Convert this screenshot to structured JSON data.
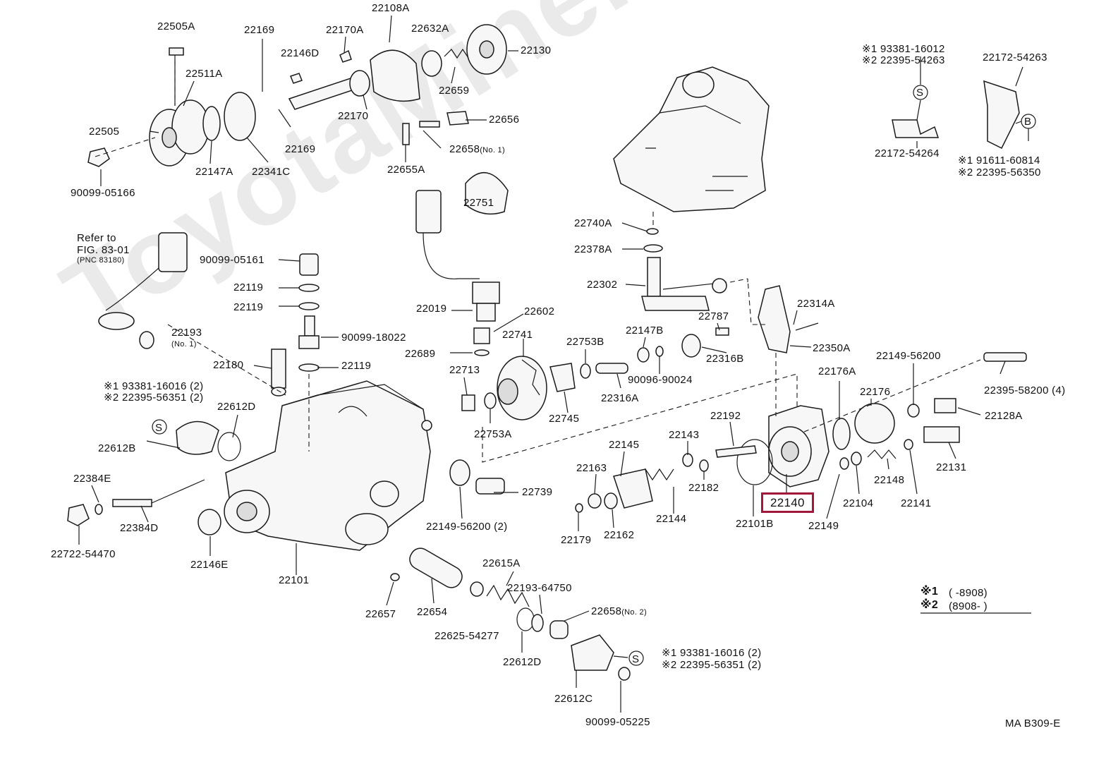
{
  "watermark": "ToyotaMine.ru",
  "figure_code": "MA B309-E",
  "highlighted_part": "22140",
  "legend": {
    "row1_mark": "※1",
    "row1_range": "(       -8908)",
    "row2_mark": "※2",
    "row2_range": "(8908-       )"
  },
  "refer_note": {
    "line1": "Refer to",
    "line2": "FIG. 83-01",
    "line3": "(PNC 83180)"
  },
  "labels": {
    "p22505A": "22505A",
    "p22169a": "22169",
    "p22170A": "22170A",
    "p22108A": "22108A",
    "p22632A": "22632A",
    "p22130": "22130",
    "p22146D": "22146D",
    "p22511A": "22511A",
    "p22659": "22659",
    "p22505": "22505",
    "p22170": "22170",
    "p22656": "22656",
    "p22169b": "22169",
    "p22147A": "22147A",
    "p22341C": "22341C",
    "p22658n1": "22658",
    "p22658n1_note": "(No. 1)",
    "p22655A": "22655A",
    "p90099_05166": "90099-05166",
    "p22751": "22751",
    "p90099_05161": "90099-05161",
    "p22119a": "22119",
    "p22119b": "22119",
    "p22019": "22019",
    "p22602": "22602",
    "p22193": "22193",
    "p22193_note": "(No. 1)",
    "p90099_18022": "90099-18022",
    "p22689": "22689",
    "p22741": "22741",
    "p22180": "22180",
    "p22119c": "22119",
    "p22753B": "22753B",
    "p22713": "22713",
    "p22147B": "22147B",
    "p90096_90024": "90096-90024",
    "p22316A": "22316A",
    "p22745": "22745",
    "p22753A": "22753A",
    "p93381_16016_a": "※1 93381-16016 (2)",
    "p22395_56351_a": "※2 22395-56351 (2)",
    "p22612D_a": "22612D",
    "p22612B": "22612B",
    "p22384E": "22384E",
    "p22384D": "22384D",
    "p22722_54470": "22722-54470",
    "p22146E": "22146E",
    "p22101": "22101",
    "p22739": "22739",
    "p22149_56200_a": "22149-56200 (2)",
    "p22615A": "22615A",
    "p22193_64750": "22193-64750",
    "p22657": "22657",
    "p22654": "22654",
    "p22658n2": "22658",
    "p22658n2_note": "(No. 2)",
    "p22625_54277": "22625-54277",
    "p22612D_b": "22612D",
    "p22612C": "22612C",
    "p90099_05225": "90099-05225",
    "p93381_16016_b": "※1 93381-16016 (2)",
    "p22395_56351_b": "※2 22395-56351 (2)",
    "p22740A": "22740A",
    "p22378A": "22378A",
    "p22302": "22302",
    "p22787": "22787",
    "p22314A": "22314A",
    "p22350A": "22350A",
    "p22316B": "22316B",
    "p22149_56200_b": "22149-56200",
    "p22395_58200": "22395-58200 (4)",
    "p22176A": "22176A",
    "p22176": "22176",
    "p22128A": "22128A",
    "p22192": "22192",
    "p22143": "22143",
    "p22145": "22145",
    "p22163": "22163",
    "p22182": "22182",
    "p22148": "22148",
    "p22131": "22131",
    "p22104": "22104",
    "p22141": "22141",
    "p22101B": "22101B",
    "p22149": "22149",
    "p22144": "22144",
    "p22179": "22179",
    "p22162": "22162",
    "p93381_16012": "※1 93381-16012",
    "p22395_54263": "※2 22395-54263",
    "p22172_54263": "22172-54263",
    "p22172_54264": "22172-54264",
    "p91611_60814": "※1 91611-60814",
    "p22395_56350": "※2 22395-56350",
    "mark_s": "S",
    "mark_b": "B"
  }
}
